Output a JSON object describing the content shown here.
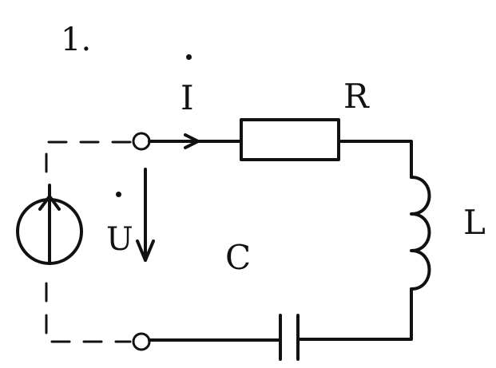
{
  "figure": {
    "number": "1.",
    "labels": {
      "current": "I",
      "resistor": "R",
      "voltage": "U",
      "capacitor": "C",
      "inductor": "L"
    },
    "colors": {
      "ink": "#111111",
      "background": "#ffffff"
    }
  }
}
